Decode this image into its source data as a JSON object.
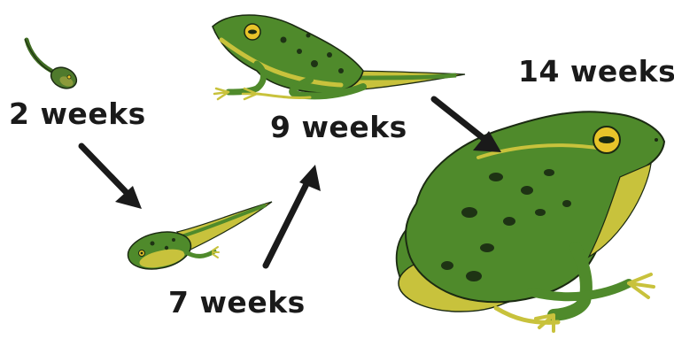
{
  "stages": [
    {
      "label": "2 weeks",
      "depiction": "young tadpole"
    },
    {
      "label": "7 weeks",
      "depiction": "tadpole with back legs"
    },
    {
      "label": "9 weeks",
      "depiction": "froglet with tail"
    },
    {
      "label": "14 weeks",
      "depiction": "adult frog"
    }
  ],
  "colors": {
    "skin_green": "#4f8a2b",
    "skin_dark": "#2f5a1c",
    "belly_yellow": "#c8c23c",
    "spot": "#1e3314",
    "outline": "#1b2a12",
    "eye": "#e8c42a",
    "arrow": "#1a1a1a"
  }
}
